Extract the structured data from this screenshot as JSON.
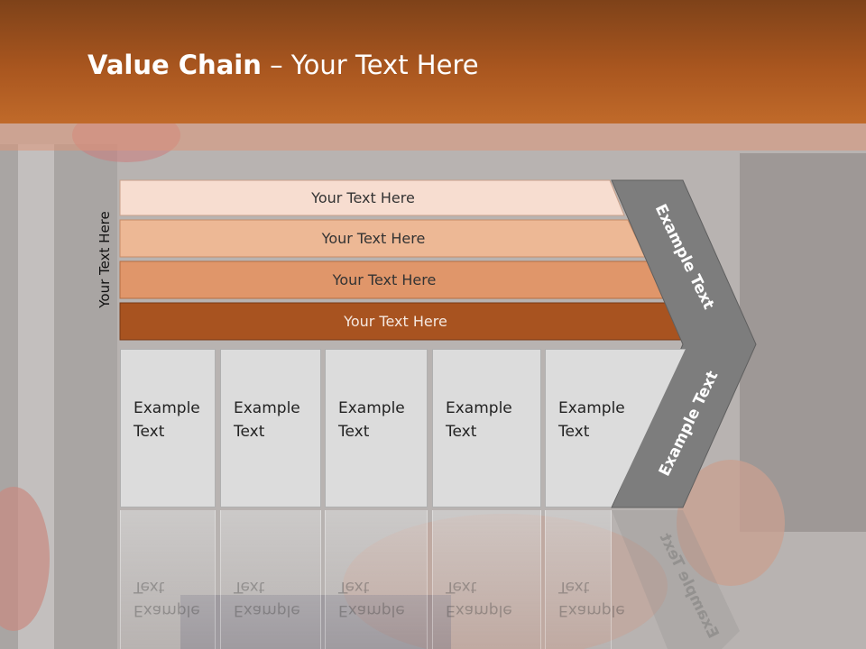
{
  "slide": {
    "title_bold": "Value Chain",
    "title_rest": " – Your Text Here",
    "side_label": "Your Text Here"
  },
  "bars": [
    {
      "label": "Your Text Here",
      "color": "#f7ddd0"
    },
    {
      "label": "Your Text Here",
      "color": "#edb895"
    },
    {
      "label": "Your Text Here",
      "color": "#e0966a"
    },
    {
      "label": "Your Text Here",
      "color": "#a85320"
    }
  ],
  "boxes": [
    {
      "text": "Example\nText"
    },
    {
      "text": "Example\nText"
    },
    {
      "text": "Example\nText"
    },
    {
      "text": "Example\nText"
    },
    {
      "text": "Example\nText"
    }
  ],
  "chevron": {
    "upper_label": "Example Text",
    "lower_label": "Example Text",
    "color": "#7d7d7d"
  },
  "colors": {
    "header": "#a9561f",
    "accent": "#c06a2a"
  }
}
